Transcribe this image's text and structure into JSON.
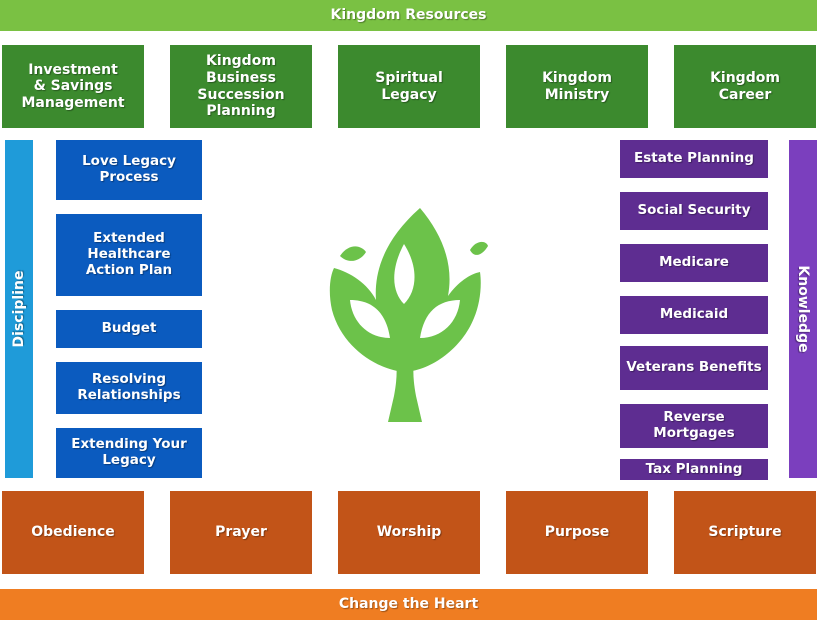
{
  "colors": {
    "resources_band": "#7ac143",
    "top_boxes": "#3c8a2e",
    "left_boxes": "#0b5bbf",
    "right_boxes": "#5e2d91",
    "discipline_bar": "#1f9bd9",
    "knowledge_bar": "#7b3fbe",
    "bottom_boxes": "#c25418",
    "heart_band": "#ef7d22",
    "tree": "#6cc24a"
  },
  "top_band": {
    "label": "Kingdom Resources"
  },
  "top_boxes": [
    {
      "label": "Investment\n& Savings\nManagement"
    },
    {
      "label": "Kingdom\nBusiness\nSuccession\nPlanning"
    },
    {
      "label": "Spiritual\nLegacy"
    },
    {
      "label": "Kingdom\nMinistry"
    },
    {
      "label": "Kingdom\nCareer"
    }
  ],
  "left_bar": {
    "label": "Discipline"
  },
  "right_bar": {
    "label": "Knowledge"
  },
  "left_boxes": [
    {
      "label": "Love Legacy\nProcess"
    },
    {
      "label": "Extended\nHealthcare\nAction Plan"
    },
    {
      "label": "Budget"
    },
    {
      "label": "Resolving\nRelationships"
    },
    {
      "label": "Extending Your\nLegacy"
    }
  ],
  "right_boxes": [
    {
      "label": "Estate Planning"
    },
    {
      "label": "Social Security"
    },
    {
      "label": "Medicare"
    },
    {
      "label": "Medicaid"
    },
    {
      "label": "Veterans Benefits"
    },
    {
      "label": "Reverse\nMortgages"
    },
    {
      "label": "Tax Planning"
    }
  ],
  "bottom_boxes": [
    {
      "label": "Obedience"
    },
    {
      "label": "Prayer"
    },
    {
      "label": "Worship"
    },
    {
      "label": "Purpose"
    },
    {
      "label": "Scripture"
    }
  ],
  "bottom_band": {
    "label": "Change the Heart"
  },
  "center_icon": "tree-icon"
}
